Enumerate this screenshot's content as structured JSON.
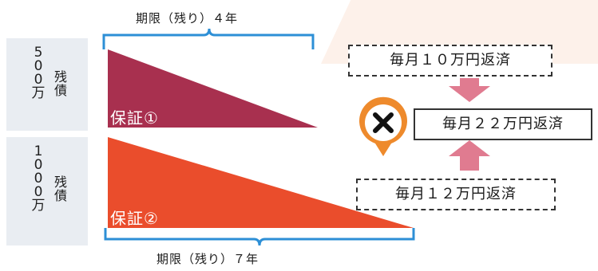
{
  "top": {
    "period_label": "期限（残り）４年",
    "amount_digits": [
      "5",
      "0",
      "0",
      "万"
    ],
    "amount_word": [
      "残",
      "債"
    ],
    "guarantee_label": "保証①"
  },
  "bottom": {
    "period_label": "期限（残り）７年",
    "amount_digits": [
      "1",
      "0",
      "0",
      "0",
      "万"
    ],
    "amount_word": [
      "残",
      "債"
    ],
    "guarantee_label": "保証②"
  },
  "payments": {
    "monthly_1": "毎月１０万円返済",
    "monthly_2": "毎月１２万円返済",
    "monthly_total": "毎月２２万円返済"
  },
  "icons": {
    "error_marker": "x-mark-icon"
  },
  "colors": {
    "triangle_1": "#a8304f",
    "triangle_2": "#ea4d2c",
    "bracket": "#2d8fd6",
    "arrow": "#e07b90"
  }
}
